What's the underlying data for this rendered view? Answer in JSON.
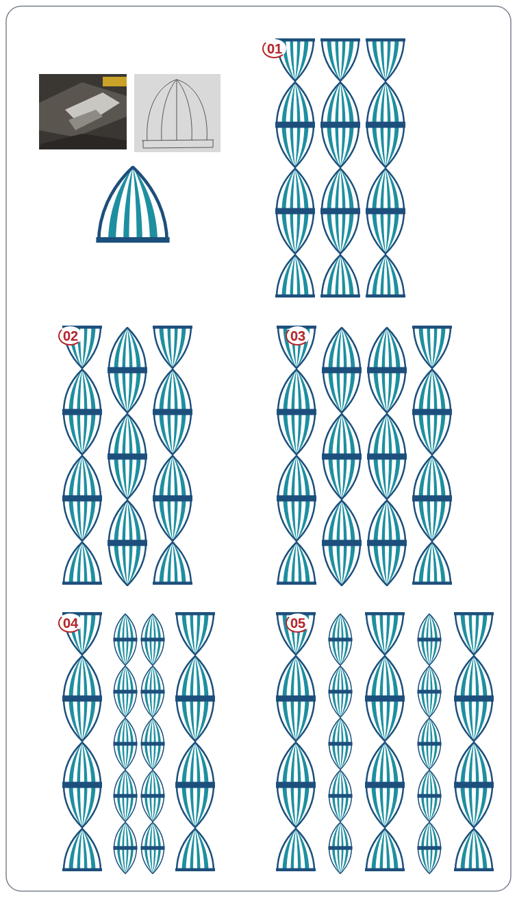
{
  "diagram": {
    "labels": [
      "01",
      "02",
      "03",
      "04",
      "05"
    ]
  }
}
